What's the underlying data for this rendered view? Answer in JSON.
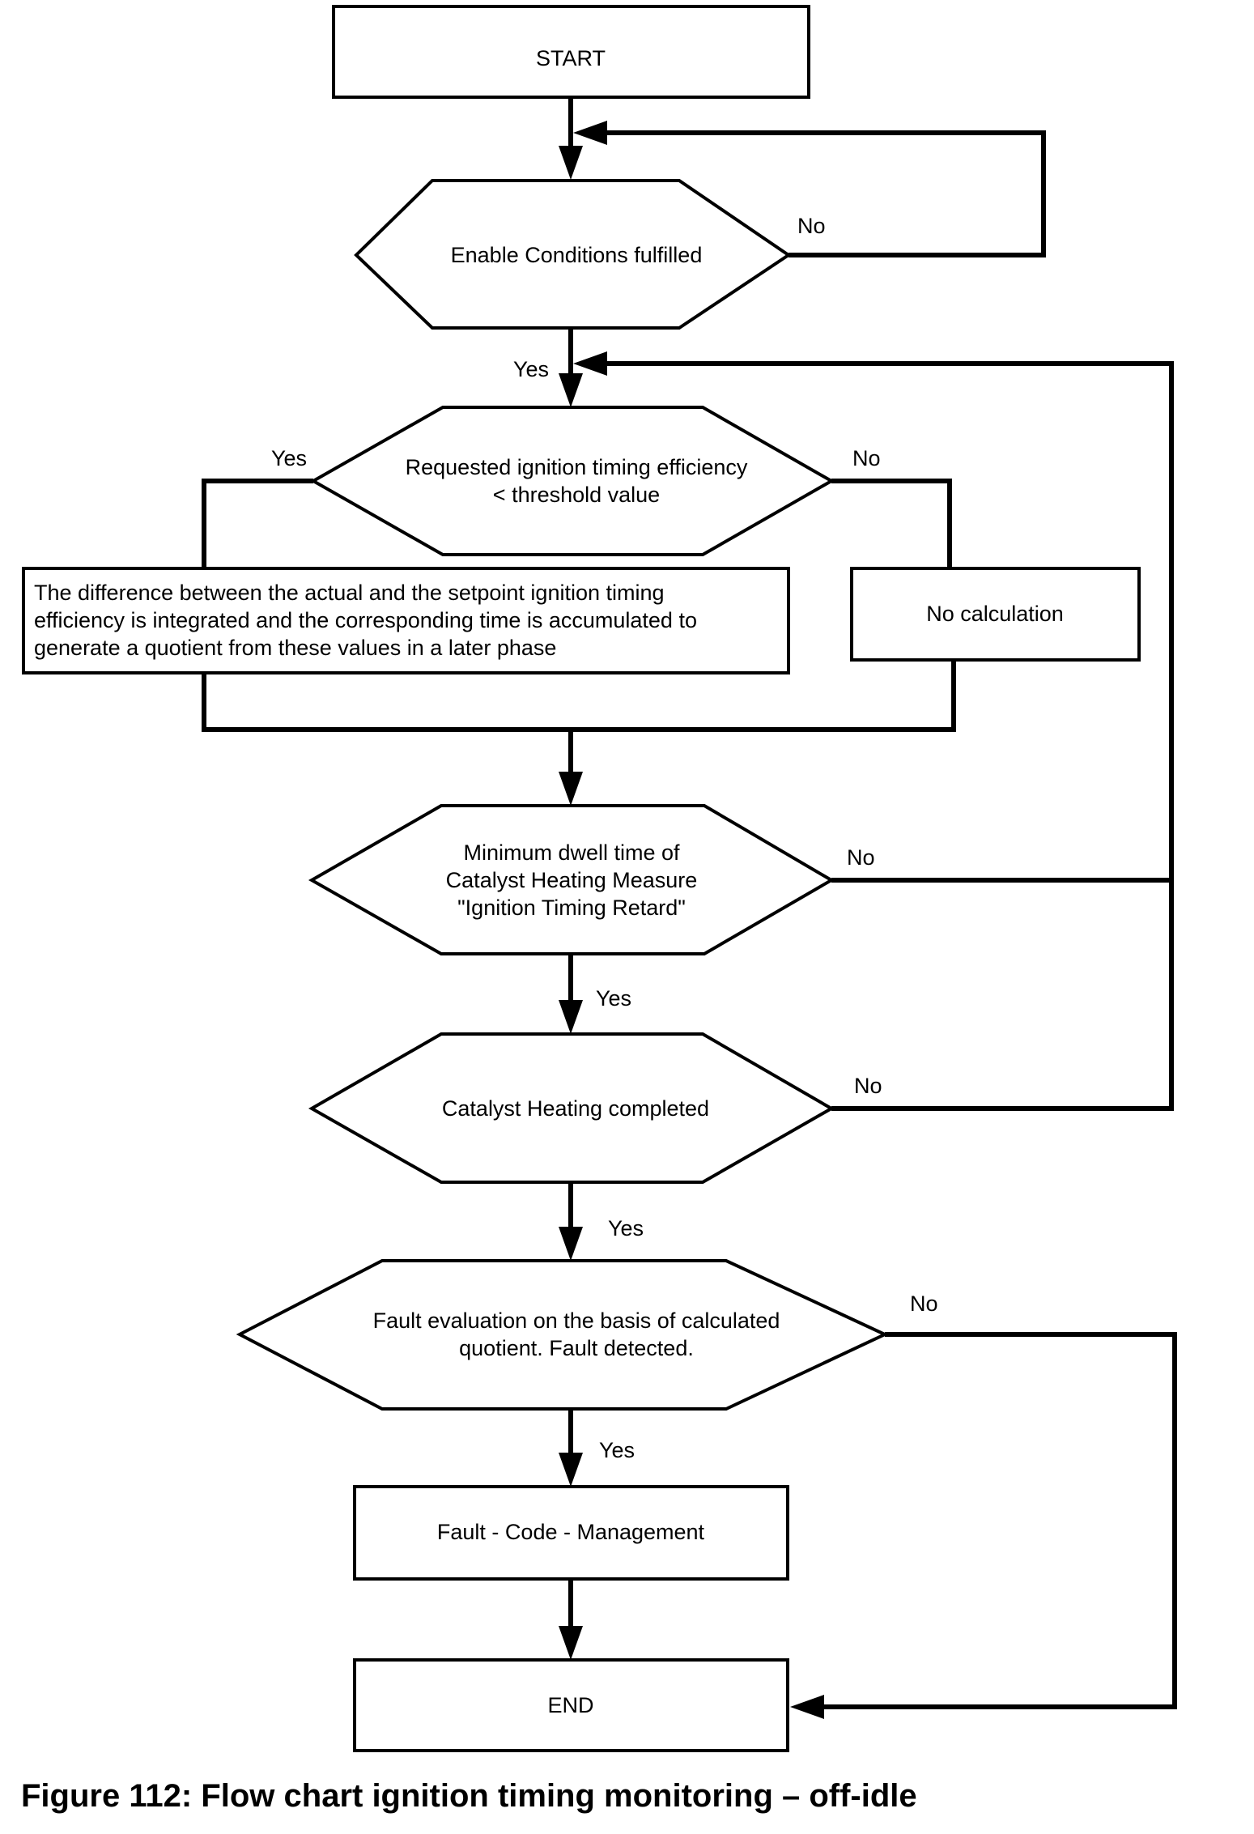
{
  "figure": {
    "caption": "Figure 112: Flow chart ignition timing monitoring – off-idle"
  },
  "nodes": {
    "start": {
      "lines": [
        "START"
      ]
    },
    "enable_conditions": {
      "lines": [
        "Enable Conditions fulfilled"
      ]
    },
    "requested_efficiency": {
      "lines": [
        "Requested ignition timing efficiency",
        "< threshold value"
      ]
    },
    "integration": {
      "lines": [
        "The difference between the actual and the setpoint ignition timing",
        "efficiency is integrated and the corresponding time is accumulated to",
        "generate a quotient from these values in a later phase"
      ]
    },
    "no_calculation": {
      "lines": [
        "No calculation"
      ]
    },
    "min_dwell_time": {
      "lines": [
        "Minimum dwell time of",
        "Catalyst Heating Measure",
        "\"Ignition Timing Retard\""
      ]
    },
    "catalyst_heating": {
      "lines": [
        "Catalyst Heating completed"
      ]
    },
    "fault_evaluation": {
      "lines": [
        "Fault evaluation on the basis of calculated",
        "quotient. Fault detected."
      ]
    },
    "fault_code_management": {
      "lines": [
        "Fault   - Code -  Management"
      ]
    },
    "end": {
      "lines": [
        "END"
      ]
    }
  },
  "edge_labels": {
    "enable_no": "No",
    "enable_yes": "Yes",
    "requested_yes": "Yes",
    "requested_no": "No",
    "dwell_no": "No",
    "dwell_yes": "Yes",
    "catalyst_no": "No",
    "catalyst_yes": "Yes",
    "fault_no": "No",
    "fault_yes": "Yes"
  }
}
